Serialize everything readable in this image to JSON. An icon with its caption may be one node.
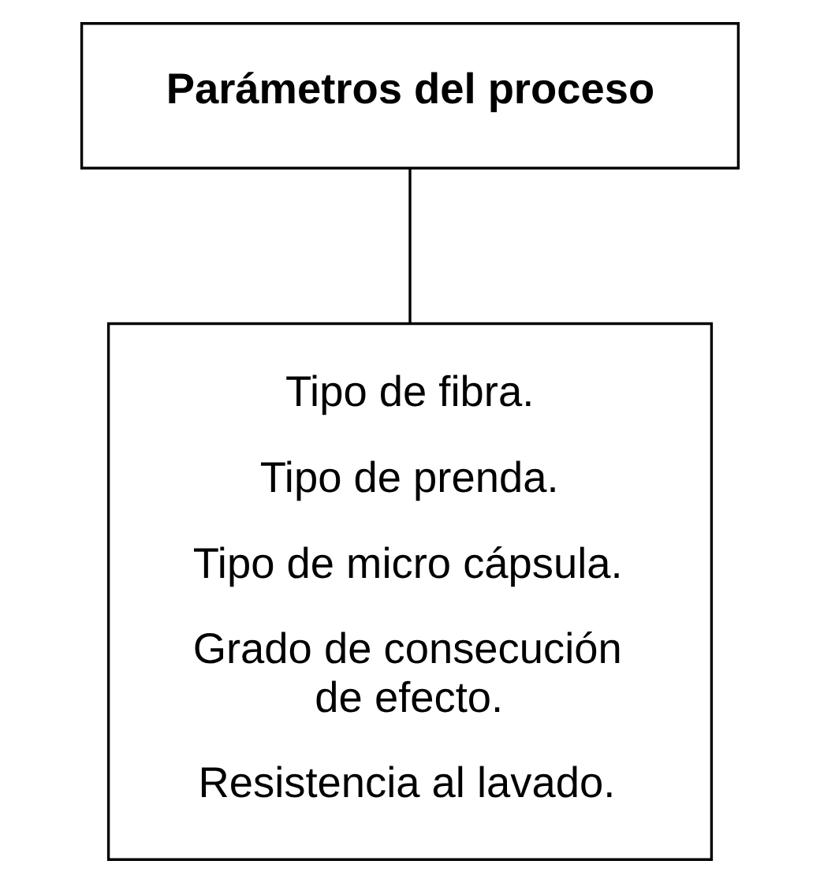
{
  "diagram": {
    "nodes": [
      {
        "text": [
          "Parámetros del proceso"
        ]
      },
      {
        "text": [
          "Tipo de fibra.",
          "Tipo de prenda.",
          "Tipo de micro cápsula.",
          "Grado de consecución de efecto.",
          "Resistencia al lavado."
        ]
      }
    ],
    "edges": [
      {
        "from": 0,
        "to": 1,
        "arrow": "none"
      }
    ]
  }
}
